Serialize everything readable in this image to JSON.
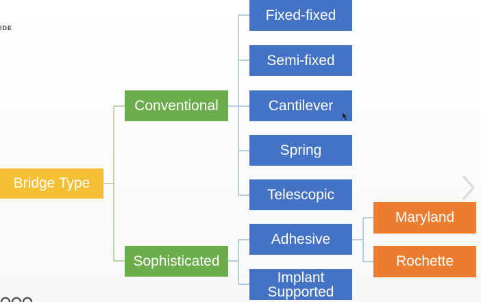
{
  "corner_label": "IDE",
  "icons": {
    "prev": "chevron-left-icon",
    "next": "chevron-right-icon",
    "cursor": "mouse-pointer-icon",
    "dots": "ellipsis-icon"
  },
  "colors": {
    "root": "#f5bf33",
    "category": "#6bad4b",
    "type": "#4472c4",
    "subtype": "#ec7c30",
    "connector": "#9dbfd9",
    "connector_green": "#a9c98f"
  },
  "tree": {
    "root": "Bridge Type",
    "conventional": {
      "label": "Conventional",
      "children": [
        "Fixed-fixed",
        "Semi-fixed",
        "Cantilever",
        "Spring",
        "Telescopic"
      ]
    },
    "sophisticated": {
      "label": "Sophisticated",
      "adhesive": {
        "label": "Adhesive",
        "children": [
          "Maryland",
          "Rochette"
        ]
      },
      "implant_line1": "Implant",
      "implant_line2": "Supported"
    }
  }
}
